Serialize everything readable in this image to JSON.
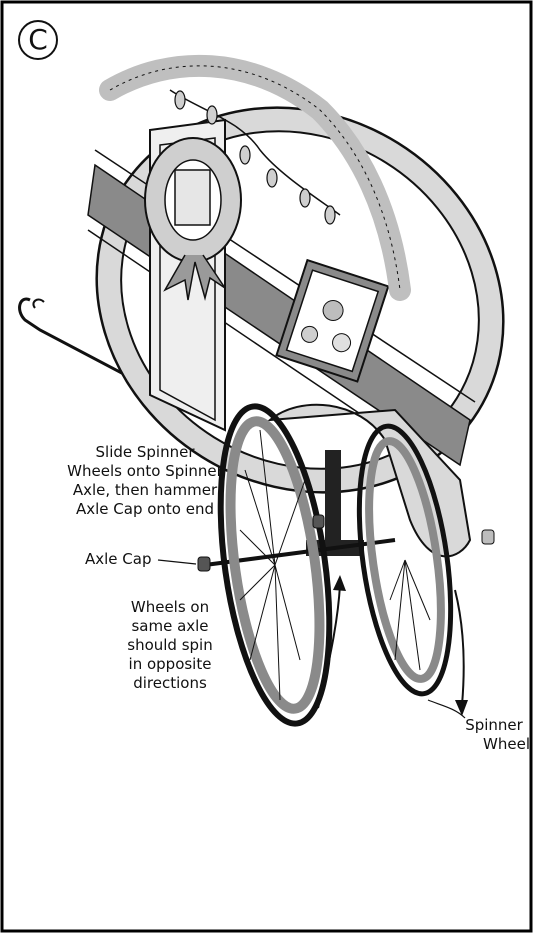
{
  "step_letter": "C",
  "labels": {
    "instruction_line1": "Slide Spinner",
    "instruction_line2": "Wheels onto Spinner",
    "instruction_line3": "Axle, then hammer",
    "instruction_line4": "Axle Cap onto end",
    "axle_cap": "Axle Cap",
    "spin_line1": "Wheels on",
    "spin_line2": "same axle",
    "spin_line3": "should spin",
    "spin_line4": "in opposite",
    "spin_line5": "directions",
    "spinner_line1": "Spinner",
    "spinner_line2": "Wheel"
  },
  "colors": {
    "frame": "#000000",
    "body_fill": "#d9d9d9",
    "stripe": "#8a8a8a",
    "outline": "#111111",
    "foliage": "#bfbfbf"
  }
}
